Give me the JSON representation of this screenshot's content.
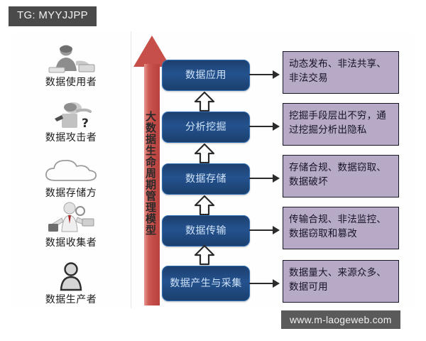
{
  "badge": {
    "text": "TG: MYYJJPP"
  },
  "watermark": {
    "text": "www.m-laogeweb.com"
  },
  "lifecycle_arrow": {
    "label": "大数据生命周期管理模型"
  },
  "actors": [
    {
      "label": "数据使用者",
      "icon": "person-at-desk-icon"
    },
    {
      "label": "数据攻击者",
      "icon": "masked-attacker-icon"
    },
    {
      "label": "数据存储方",
      "icon": "cloud-icon"
    },
    {
      "label": "数据收集者",
      "icon": "person-with-briefcase-icon"
    },
    {
      "label": "数据生产者",
      "icon": "user-silhouette-icon"
    }
  ],
  "stages": [
    {
      "label": "数据应用"
    },
    {
      "label": "分析挖掘"
    },
    {
      "label": "数据存储"
    },
    {
      "label": "数据传输"
    },
    {
      "label": "数据产生与采集"
    }
  ],
  "risks": [
    {
      "text": "动态发布、非法共享、非法交易"
    },
    {
      "text": "挖掘手段层出不穷，通过挖掘分析出隐私"
    },
    {
      "text": "存储合规、数据窃取、数据破坏"
    },
    {
      "text": "传输合规、非法监控、数据窃取和篡改"
    },
    {
      "text": "数据量大、来源众多、数据可用"
    }
  ],
  "colors": {
    "arrow_red": "#c14a46",
    "stage_blue": "#24528e",
    "stage_border": "#2f6fb5",
    "risk_purple": "#b6aac6",
    "risk_border": "#181522",
    "badge_gray": "#4a4a4a",
    "watermark_gray": "#5a5a5a"
  }
}
